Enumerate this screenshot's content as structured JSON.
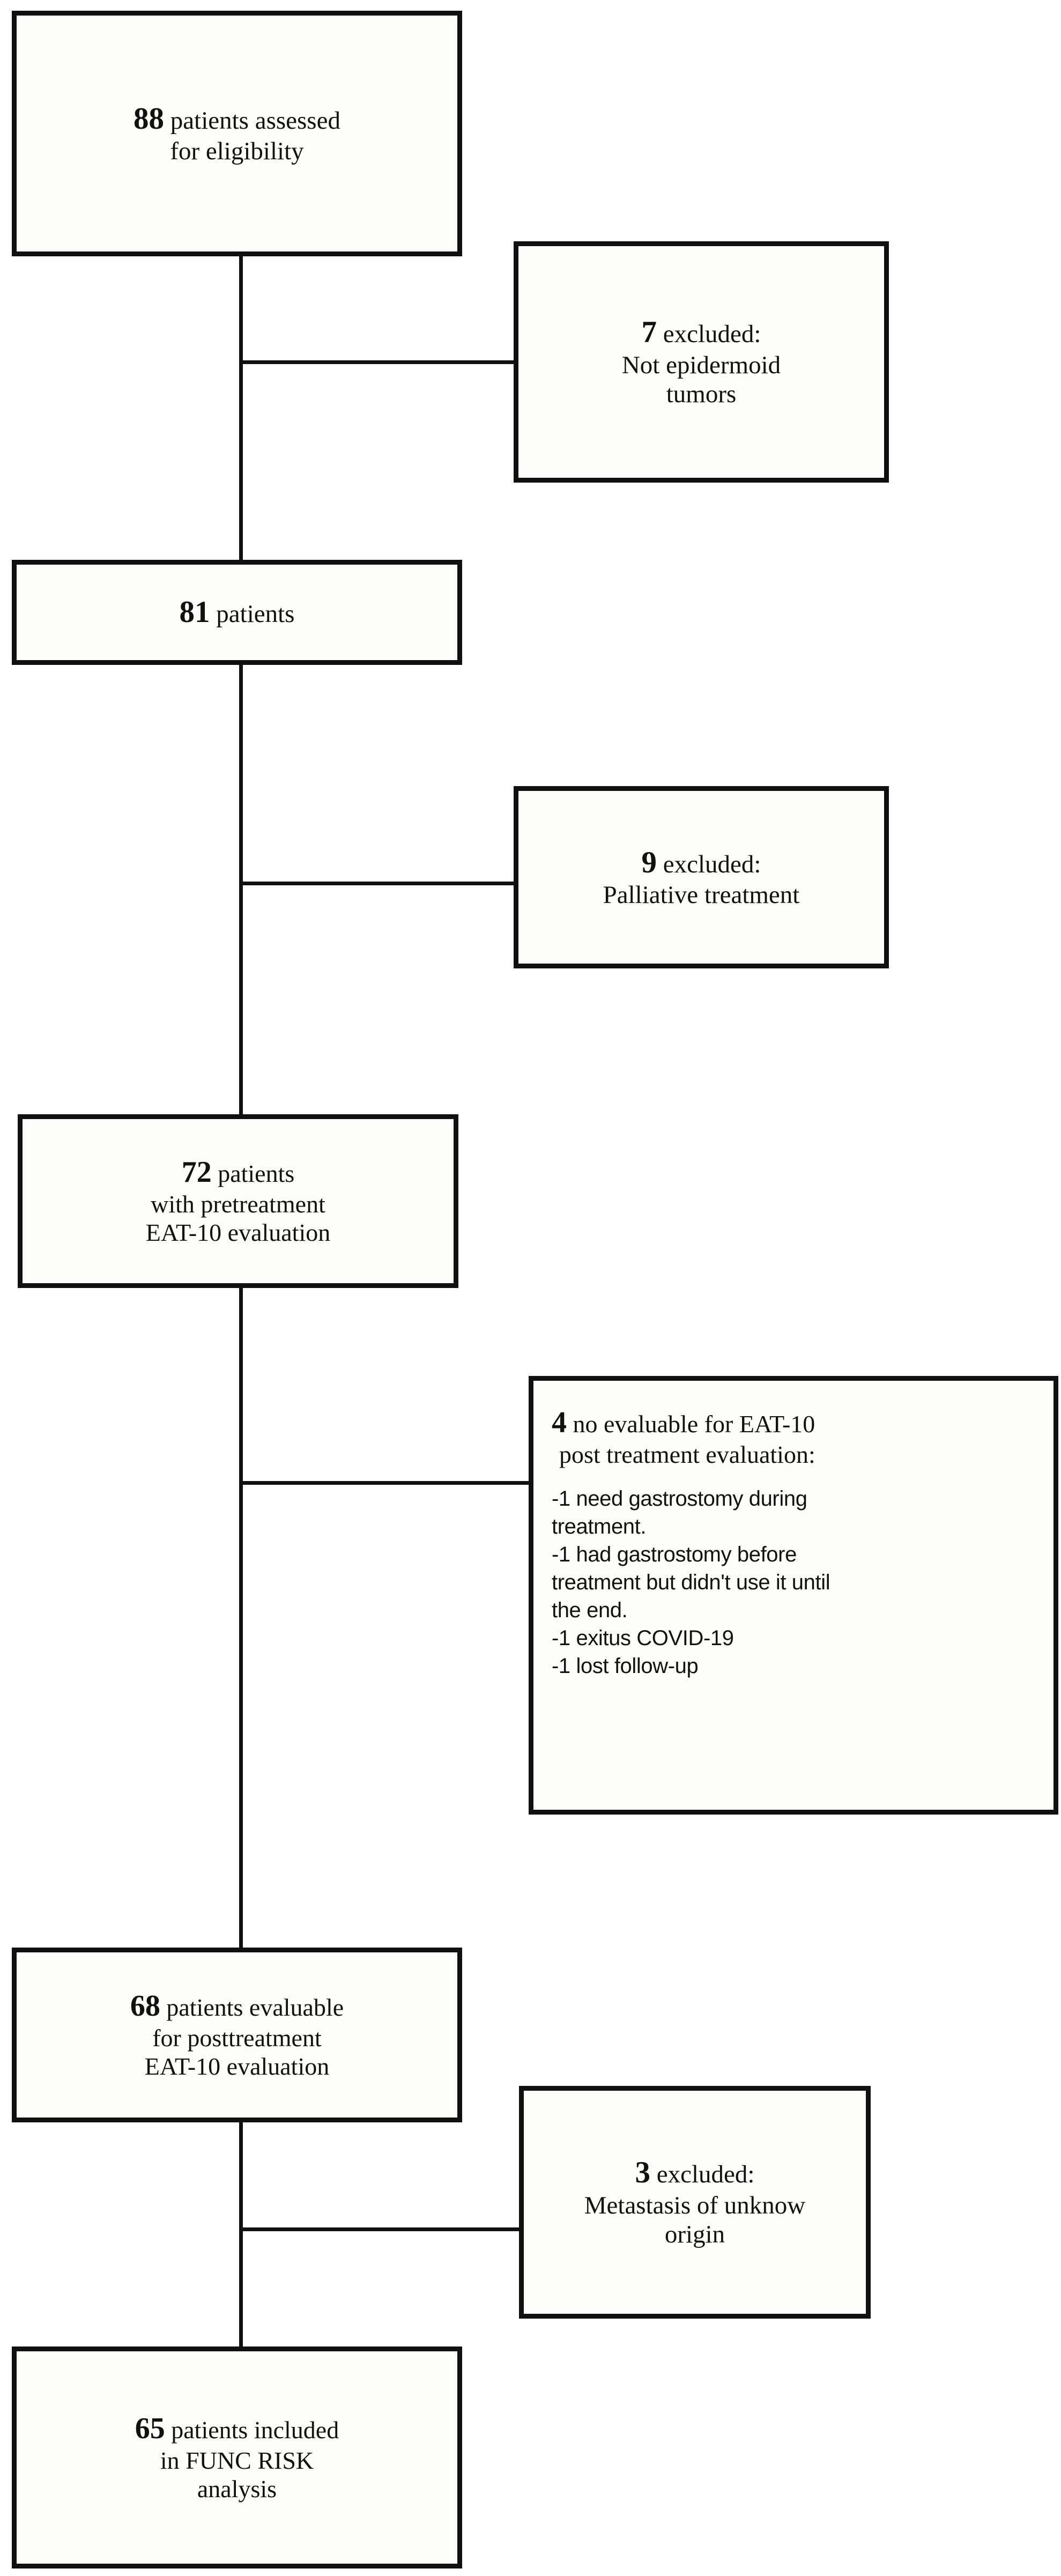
{
  "figure": {
    "type": "consort-patient-flow-diagram",
    "orientation": "vertical",
    "accent_color": "#101010",
    "background_color": "#ffffff"
  },
  "flow": {
    "main_nodes": [
      {
        "id": "assessed",
        "count": "88",
        "lines": [
          "88 patients assessed",
          "for eligibility"
        ],
        "line1_prefix": "88",
        "line1_rest": " patients assessed",
        "line2": "for eligibility"
      },
      {
        "id": "patients-81",
        "count": "81",
        "line1_prefix": "81",
        "line1_rest": " patients"
      },
      {
        "id": "patients-72",
        "count": "72",
        "line1_prefix": "72",
        "line1_rest": " patients",
        "line2": "with pretreatment",
        "line3": "EAT-10 evaluation"
      },
      {
        "id": "patients-68",
        "count": "68",
        "line1_prefix": "68",
        "line1_rest": " patients evaluable",
        "line2": "for posttreatment",
        "line3": "EAT-10 evaluation"
      },
      {
        "id": "patients-65",
        "count": "65",
        "line1_prefix": "65",
        "line1_rest": " patients included",
        "line2": "in FUNC RISK",
        "line3": "analysis"
      }
    ],
    "side_nodes": [
      {
        "id": "excluded-7",
        "count": "7",
        "line1_prefix": "7",
        "line1_rest": " excluded:",
        "line2": "Not epidermoid",
        "line3": "tumors"
      },
      {
        "id": "excluded-9",
        "count": "9",
        "line1_prefix": "9",
        "line1_rest": " excluded:",
        "line2": "Palliative treatment"
      },
      {
        "id": "not-evaluable-4",
        "count": "4",
        "line1_prefix": "4",
        "line1_rest": " no evaluable for EAT-10",
        "line2": "post treatment evaluation:",
        "bullets": [
          "-1 need gastrostomy during",
          "treatment.",
          "-1 had gastrostomy before",
          "treatment but didn't use it until",
          "the end.",
          "-1 exitus COVID-19",
          "-1 lost follow-up"
        ]
      },
      {
        "id": "excluded-3",
        "count": "3",
        "line1_prefix": "3",
        "line1_rest": " excluded:",
        "line2": "Metastasis of unknow",
        "line3": "origin"
      }
    ]
  }
}
